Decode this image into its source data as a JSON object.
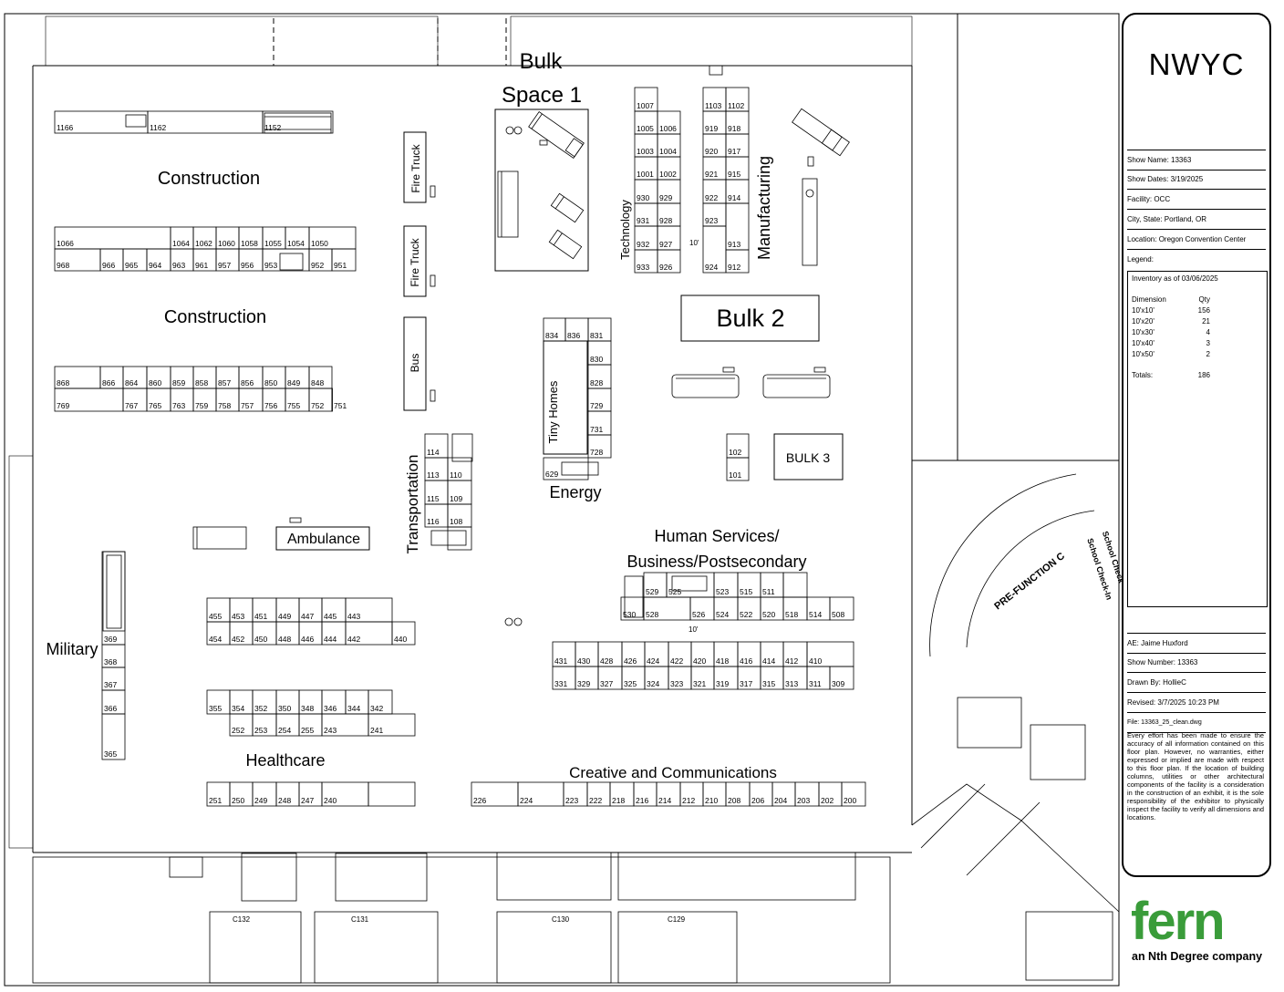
{
  "zones": {
    "construction_1": "Construction",
    "construction_2": "Construction",
    "bulk1_a": "Bulk",
    "bulk1_b": "Space 1",
    "fire_truck_1": "Fire Truck",
    "fire_truck_2": "Fire Truck",
    "bus": "Bus",
    "technology": "Technology",
    "manufacturing": "Manufacturing",
    "bulk2": "Bulk 2",
    "tiny_homes": "Tiny Homes",
    "energy": "Energy",
    "bulk3": "BULK 3",
    "transportation": "Transportation",
    "ambulance": "Ambulance",
    "human_services_a": "Human Services/",
    "human_services_b": "Business/Postsecondary",
    "military": "Military",
    "healthcare": "Healthcare",
    "creative": "Creative and Communications",
    "pre_function": "PRE-FUNCTION C",
    "school_checkin": "School Check-In",
    "school_check": "School Check"
  },
  "aisle_labels": {
    "a1": "10'",
    "a2": "10'"
  },
  "room_labels": [
    "C132",
    "C131",
    "C130",
    "C129"
  ],
  "booth_rows": {
    "r1166": [
      "1166",
      "1162",
      "1152"
    ],
    "r1066": [
      "1066",
      "1064",
      "1062",
      "1060",
      "1058",
      "1055",
      "1054",
      "1050"
    ],
    "r968": [
      "968",
      "966",
      "965",
      "964",
      "963",
      "961",
      "957",
      "956",
      "953",
      "952",
      "951"
    ],
    "r868": [
      "868",
      "866",
      "864",
      "860",
      "859",
      "858",
      "857",
      "856",
      "850",
      "849",
      "848"
    ],
    "r769": [
      "769",
      "767",
      "765",
      "763",
      "759",
      "758",
      "757",
      "756",
      "755",
      "752",
      "751"
    ],
    "tech_l": [
      "1007",
      "1005",
      "1003",
      "1001",
      "930",
      "931",
      "932",
      "933"
    ],
    "tech_r": [
      "1006",
      "1004",
      "1002",
      "929",
      "928",
      "927",
      "926"
    ],
    "mfg_l": [
      "1103",
      "919",
      "920",
      "921",
      "922",
      "923",
      "924"
    ],
    "mfg_r": [
      "1102",
      "918",
      "917",
      "915",
      "914",
      "913",
      "912"
    ],
    "tiny_top": [
      "834",
      "836",
      "831"
    ],
    "tiny_right": [
      "830",
      "828",
      "729",
      "731",
      "728"
    ],
    "energy": [
      "629"
    ],
    "bulk_small": [
      "102",
      "101"
    ],
    "trans_l": [
      "114",
      "113",
      "115",
      "116"
    ],
    "trans_r": [
      "110",
      "109",
      "108"
    ],
    "hs_top": [
      "529",
      "525",
      "523",
      "515",
      "511"
    ],
    "hs_bot": [
      "530",
      "528",
      "526",
      "524",
      "522",
      "520",
      "518",
      "514",
      "508"
    ],
    "r431": [
      "431",
      "430",
      "428",
      "426",
      "424",
      "422",
      "420",
      "418",
      "416",
      "414",
      "412",
      "410"
    ],
    "r331": [
      "331",
      "329",
      "327",
      "325",
      "324",
      "323",
      "321",
      "319",
      "317",
      "315",
      "313",
      "311",
      "309"
    ],
    "r455": [
      "455",
      "453",
      "451",
      "449",
      "447",
      "445",
      "443"
    ],
    "r454": [
      "454",
      "452",
      "450",
      "448",
      "446",
      "444",
      "442",
      "440"
    ],
    "military": [
      "369",
      "368",
      "367",
      "366",
      "365"
    ],
    "r355": [
      "355",
      "354",
      "352",
      "350",
      "348",
      "346",
      "344",
      "342"
    ],
    "r252": [
      "252",
      "253",
      "254",
      "255",
      "243",
      "241"
    ],
    "r251": [
      "251",
      "250",
      "249",
      "248",
      "247",
      "240"
    ],
    "r226": [
      "226",
      "224",
      "223",
      "222",
      "218",
      "216",
      "214",
      "212",
      "210",
      "208",
      "206",
      "204",
      "203",
      "202",
      "200"
    ]
  },
  "title_block": {
    "title": "NWYC",
    "show_name": "Show Name: 13363",
    "show_dates": "Show Dates: 3/19/2025",
    "facility": "Facility: OCC",
    "city_state": "City, State: Portland, OR",
    "location": "Location: Oregon Convention Center",
    "legend": "Legend:",
    "inventory_title": "Inventory as of 03/06/2025",
    "inventory_head": [
      "Dimension",
      "Qty"
    ],
    "inventory": [
      {
        "dim": "10'x10'",
        "qty": "156"
      },
      {
        "dim": "10'x20'",
        "qty": "21"
      },
      {
        "dim": "10'x30'",
        "qty": "4"
      },
      {
        "dim": "10'x40'",
        "qty": "3"
      },
      {
        "dim": "10'x50'",
        "qty": "2"
      }
    ],
    "totals_label": "Totals:",
    "totals_value": "186",
    "ae": "AE: Jaime Huxford",
    "show_number": "Show Number: 13363",
    "drawn_by": "Drawn By: HollieC",
    "revised": "Revised: 3/7/2025 10:23 PM",
    "file": "File: 13363_25_clean.dwg",
    "disclaimer": "Every effort has been made to ensure the accuracy of all information contained on this floor plan. However, no warranties, either expressed or implied are made with respect to this floor plan. If the location of building columns, utilities or other architectural components of the facility is a consideration in the construction of an exhibit, it is the sole responsibility of the exhibitor to physically inspect the facility to verify all dimensions and locations."
  },
  "logo": {
    "name": "fern",
    "tagline": "an Nth Degree company",
    "color": "#3a9c3a"
  }
}
